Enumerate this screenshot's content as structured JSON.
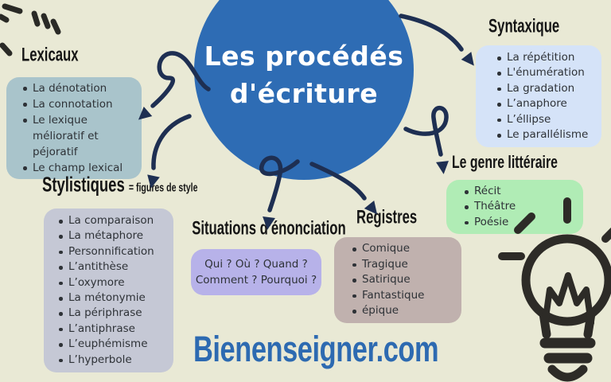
{
  "title": {
    "line1": "Les procédés",
    "line2": "d'écriture"
  },
  "sections": {
    "lexicaux": {
      "heading": "Lexicaux",
      "items": [
        "La dénotation",
        "La connotation",
        "Le lexique mélioratif et péjoratif",
        "Le champ lexical"
      ],
      "box_color": "#a9c4cb"
    },
    "syntaxique": {
      "heading": "Syntaxique",
      "items": [
        "La répétition",
        "L'énumération",
        "La gradation",
        "L’anaphore",
        "L’éllipse",
        "Le parallélisme"
      ],
      "box_color": "#d5e3f8"
    },
    "genre": {
      "heading": "Le genre littéraire",
      "items": [
        "Récit",
        "Théâtre",
        "Poésie"
      ],
      "box_color": "#b0ecb5"
    },
    "stylistiques": {
      "heading": "Stylistiques",
      "heading_suffix": "= figures de style",
      "items": [
        "La comparaison",
        "La métaphore",
        "Personnification",
        "L’antithèse",
        "L’oxymore",
        "La métonymie",
        "La périphrase",
        "L’antiphrase",
        "L’euphémisme",
        "L’hyperbole"
      ],
      "box_color": "#c5c8d5"
    },
    "situations": {
      "heading": "Situations d'énonciation",
      "lines": [
        "Qui ? Où ? Quand ?",
        "Comment ? Pourquoi ?"
      ],
      "box_color": "#b7b2e9"
    },
    "registres": {
      "heading": "Registres",
      "items": [
        "Comique",
        "Tragique",
        "Satirique",
        "Fantastique",
        "épique"
      ],
      "box_color": "#c0b1ae"
    }
  },
  "footer": {
    "website": "Bienenseigner.com"
  },
  "icons": {
    "lightbulb": "lightbulb-icon",
    "decorative_marks": "hand-drawn-dashes",
    "arrows": [
      "arrow-to-lexicaux",
      "arrow-to-stylistiques",
      "arrow-to-situations",
      "arrow-to-registres",
      "arrow-to-syntaxique",
      "arrow-to-genre"
    ]
  },
  "colors": {
    "background": "#e9e9d5",
    "circle": "#2e6cb4",
    "circle_text": "#ffffff",
    "arrow": "#1e2f52",
    "heading_text": "#151515",
    "list_text": "#2e3237",
    "footer_blue": "#2d6ab1",
    "bulb_dark": "#2d2b27"
  }
}
